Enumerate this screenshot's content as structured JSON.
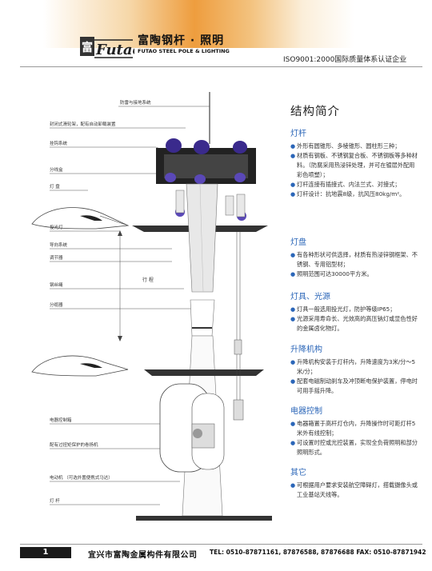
{
  "header": {
    "brand_cn": "富陶钢杆 · 照明",
    "brand_en": "FUTAO STEEL POLE & LIGHTING",
    "logo_text": "富陶FUTAO",
    "certification": "ISO9001:2000国际质量体系认证企业"
  },
  "diagram": {
    "callouts": [
      "防雷与接地系统",
      "封闭式滑轮架，配有自动卸载装置",
      "挂钩系统",
      "分线盒",
      "灯 盘",
      "投光灯",
      "导向系统",
      "调节器",
      "钢丝绳",
      "分缆器",
      "电器控制箱",
      "配有过扭矩保护的卷扬机",
      "电动机 （可选外置便携式马达）",
      "灯 杆"
    ],
    "travel_label": "行 程"
  },
  "content": {
    "title": "结构简介",
    "sections": [
      {
        "heading": "灯杆",
        "items": [
          "外形有圆锥形、多棱锥形、圆柱形三种；",
          "材质有钢板、不锈钢复合板、不锈钢板等多种材料。（防腐采用热浸锌处理，并可在镀层外配用彩色喷塑）；",
          "灯杆连接有插接式、内法兰式、对接式；",
          "灯杆设计：抗地震8级，抗风压80kg/m²。"
        ]
      },
      {
        "heading": "灯盘",
        "items": [
          "有各种形状可供选择，材质有热浸锌钢框架、不锈钢、专用铝型材；",
          "照明范围可达30000平方米。"
        ]
      },
      {
        "heading": "灯具、光源",
        "items": [
          "灯具一般选用投光灯，防护等级IP65；",
          "光源采用寿命长、光效高的高压钠灯或显色性好的金属卤化物灯。"
        ]
      },
      {
        "heading": "升降机构",
        "items": [
          "升降机构安装于灯杆内，升降速度为3米/分～5米/分；",
          "配套电磁制动刹车及冲顶断电保护装置，停电时可用手摇升降。"
        ]
      },
      {
        "heading": "电器控制",
        "items": [
          "电器箱置于高杆灯仓内，升降操作时可距灯杆5米外有线控制；",
          "可设置时控或光控装置，实现全负荷照明和部分照明形式。"
        ]
      },
      {
        "heading": "其它",
        "items": [
          "可根据用户要求安装航空障碍灯，搭载摄像头或工业基站天线等。"
        ]
      }
    ]
  },
  "footer": {
    "page_number": "1",
    "company": "宜兴市富陶金属构件有限公司",
    "contact": "TEL: 0510-87871161, 87876588, 87876688  FAX: 0510-87871942"
  },
  "colors": {
    "accent_blue": "#2b66b8",
    "header_orange": "#ee9d3e",
    "lamp_purple": "#3a2a8c"
  }
}
